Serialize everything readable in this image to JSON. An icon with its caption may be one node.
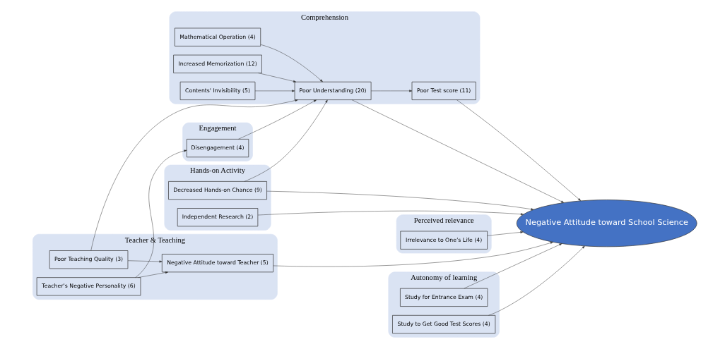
{
  "diagram": {
    "nodes": [
      {
        "text": [
          "Comprehension"
        ]
      },
      {
        "text": [
          "Increased Memorization (12)"
        ],
        "in": 0
      },
      {
        "text": [
          "Contents' Invisibility (5)"
        ],
        "in": 0
      },
      {
        "text": [
          "Mathematical Operation (4)"
        ],
        "in": 0
      },
      {
        "text": [
          "Poor Test score (11)"
        ],
        "in": 0
      },
      {
        "text": [
          "Poor Understanding (20)"
        ],
        "in": 0
      },
      {
        "text": [
          "Hands-on Activity"
        ]
      },
      {
        "text": [
          "Decreased Hands-on Chance (9)"
        ],
        "in": 6
      },
      {
        "text": [
          "Independent Research (2)"
        ],
        "in": 6
      },
      {
        "text": [
          "Negative Attitude toward School Science"
        ]
      },
      {
        "text": [
          "Perceived relevance"
        ]
      },
      {
        "text": [
          "Irrelevance to One’s Life (4)"
        ],
        "in": 10
      },
      {
        "text": [
          "Engagement"
        ]
      },
      {
        "text": [
          "Disengagement (4)"
        ],
        "in": 12
      },
      {
        "text": [
          "Teacher & Teaching"
        ]
      },
      {
        "text": [
          "Poor Teaching Quality (3)"
        ],
        "in": 14
      },
      {
        "text": [
          "Teacher’s Negative Personality (6)"
        ],
        "in": 14
      },
      {
        "text": [
          "Negative Attitude toward Teacher (5)"
        ],
        "in": 14
      },
      {
        "text": [
          "Autonomy of learning"
        ]
      },
      {
        "text": [
          "Study for Entrance Exam (4)"
        ],
        "in": 18
      },
      {
        "text": [
          "Study to Get Good Test Scores (4)"
        ],
        "in": 18
      }
    ],
    "edges": [
      {
        "from": 1,
        "to": 5,
        "arrow": "to"
      },
      {
        "from": 2,
        "to": 5,
        "arrow": "to"
      },
      {
        "from": 3,
        "to": 5,
        "arrow": "to"
      },
      {
        "from": 5,
        "to": 4,
        "arrow": "to"
      },
      {
        "from": 7,
        "to": 5,
        "arrow": "to"
      },
      {
        "from": 4,
        "to": 9,
        "arrow": "to"
      },
      {
        "from": 5,
        "to": 9,
        "arrow": "to"
      },
      {
        "from": 7,
        "to": 9,
        "arrow": "to"
      },
      {
        "from": 8,
        "to": 9,
        "arrow": "to"
      },
      {
        "from": 11,
        "to": 9,
        "arrow": "to"
      },
      {
        "from": 13,
        "to": 5,
        "arrow": "to"
      },
      {
        "from": 16,
        "to": 13,
        "arrow": "to"
      },
      {
        "from": 15,
        "to": 5,
        "arrow": "to"
      },
      {
        "from": 15,
        "to": 17,
        "arrow": "to"
      },
      {
        "from": 16,
        "to": 17,
        "arrow": "to"
      },
      {
        "from": 17,
        "to": 9,
        "arrow": "to"
      },
      {
        "from": 19,
        "to": 9,
        "arrow": "to"
      },
      {
        "from": 20,
        "to": 9,
        "arrow": "to"
      }
    ]
  }
}
